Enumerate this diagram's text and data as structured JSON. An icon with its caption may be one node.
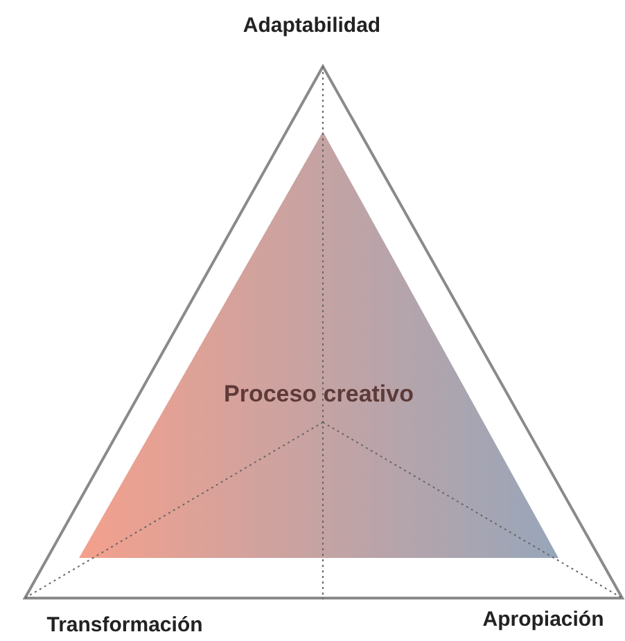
{
  "diagram": {
    "nodes": [
      {
        "text": [
          "Proceso creativo"
        ]
      }
    ],
    "labels": [
      "Adaptabilidad",
      "Transformación",
      "Apropiación"
    ]
  }
}
